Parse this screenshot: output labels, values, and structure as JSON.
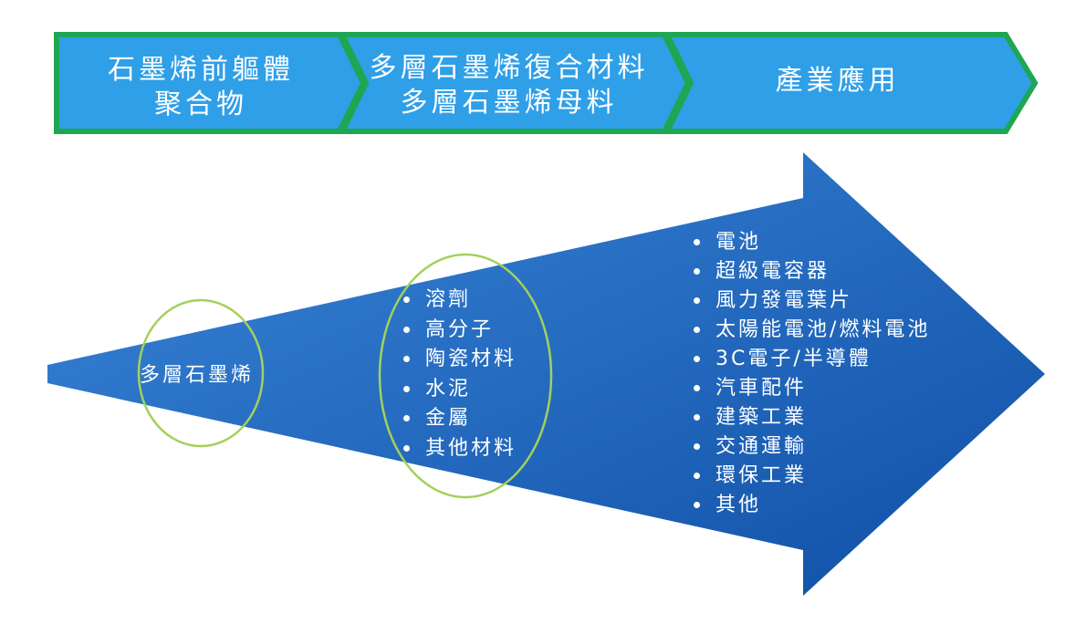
{
  "colors": {
    "chevron_fill": "#2f9fe8",
    "chevron_border": "#1fa652",
    "arrow_fill": "#1a5fb4",
    "circle_stroke": "#a3d15a",
    "text": "#ffffff"
  },
  "stages": [
    {
      "lines": [
        "石墨烯前軀體",
        "聚合物"
      ]
    },
    {
      "lines": [
        "多層石墨烯復合材料",
        "多層石墨烯母料"
      ]
    },
    {
      "lines": [
        "產業應用"
      ]
    }
  ],
  "arrow": {
    "core_label": "多層石墨烯",
    "materials": [
      "溶劑",
      "高分子",
      "陶瓷材料",
      "水泥",
      "金屬",
      "其他材料"
    ],
    "applications": [
      "電池",
      "超級電容器",
      "風力發電葉片",
      "太陽能電池/燃料電池",
      "3C電子/半導體",
      "汽車配件",
      "建築工業",
      "交通運輸",
      "環保工業",
      "其他"
    ]
  }
}
